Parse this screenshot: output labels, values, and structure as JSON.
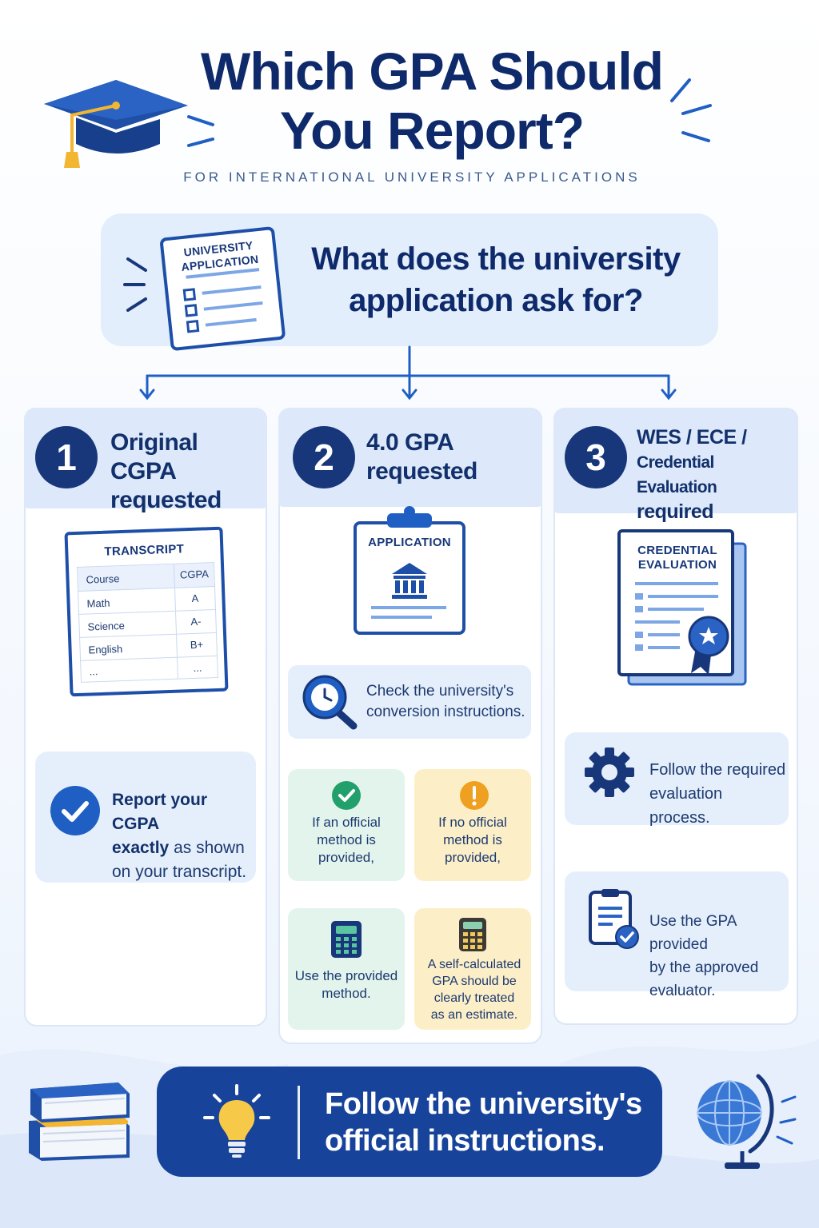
{
  "header": {
    "title_line1": "Which GPA Should",
    "title_line2": "You Report?",
    "subtitle": "FOR INTERNATIONAL UNIVERSITY APPLICATIONS"
  },
  "question": {
    "doc_label_line1": "UNIVERSITY",
    "doc_label_line2": "APPLICATION",
    "text_line1": "What does the university",
    "text_line2": "application ask for?"
  },
  "columns": [
    {
      "number": "1",
      "title_line1": "Original CGPA",
      "title_line2": "requested",
      "transcript": {
        "label": "TRANSCRIPT",
        "headers": [
          "Course",
          "CGPA"
        ],
        "rows": [
          [
            "Math",
            "A"
          ],
          [
            "Science",
            "A-"
          ],
          [
            "English",
            "B+"
          ],
          [
            "...",
            "..."
          ]
        ]
      },
      "result_line1": "Report your CGPA",
      "result_line2_bold": "exactly",
      "result_line2_rest": " as shown",
      "result_line3": "on your transcript."
    },
    {
      "number": "2",
      "title_line1": "4.0 GPA",
      "title_line2": "requested",
      "doc_label": "APPLICATION",
      "check_line1": "Check the university's",
      "check_line2": "conversion instructions.",
      "branch_yes": [
        "If an official",
        "method is",
        "provided,"
      ],
      "branch_no": [
        "If no official",
        "method is",
        "provided,"
      ],
      "outcome_yes": [
        "Use the provided",
        "method."
      ],
      "outcome_no": [
        "A self-calculated",
        "GPA should be",
        "clearly treated",
        "as an estimate."
      ]
    },
    {
      "number": "3",
      "title_line1": "WES / ECE /",
      "title_line2": "Credential Evaluation",
      "title_line3": "required",
      "doc_label_line1": "CREDENTIAL",
      "doc_label_line2": "EVALUATION",
      "step1_line1": "Follow the required",
      "step1_line2": "evaluation process.",
      "step2_line1": "Use the GPA provided",
      "step2_line2": "by the approved",
      "step2_line3": "evaluator."
    }
  ],
  "footer": {
    "line1": "Follow the university's",
    "line2": "official instructions."
  },
  "colors": {
    "navy": "#0f2a6b",
    "accent_blue": "#1f5fc4",
    "light_panel": "#e3eefc",
    "green": "#22a06b",
    "orange": "#f0a020"
  }
}
